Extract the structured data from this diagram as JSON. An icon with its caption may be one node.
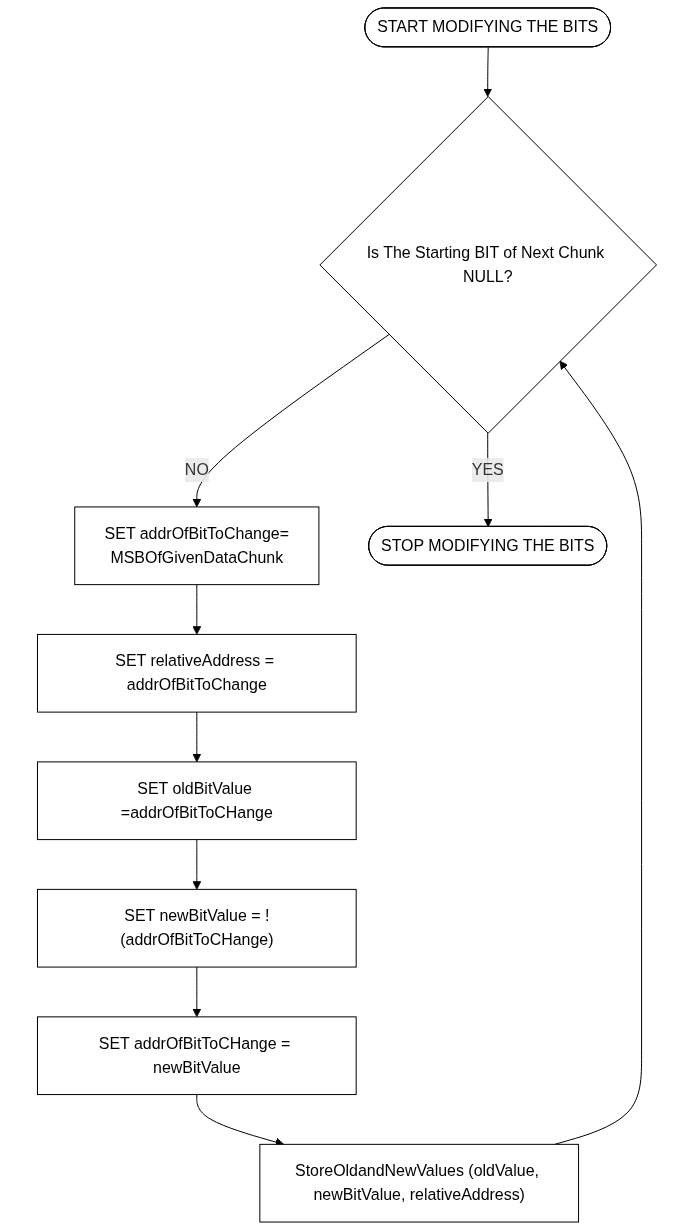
{
  "diagram": {
    "nodes": [
      {
        "text": [
          "START MODIFYING THE BITS"
        ]
      },
      {
        "text": [
          "Is The Starting BIT of Next Chunk NULL?"
        ]
      },
      {
        "text": [
          "SET addrOfBitToChange=",
          "MSBOfGivenDataChunk"
        ]
      },
      {
        "text": [
          "SET relativeAddress = addrOfBitToChange"
        ]
      },
      {
        "text": [
          "SET oldBitValue =addrOfBitToCHange"
        ]
      },
      {
        "text": [
          "SET newBitValue = !(addrOfBitToCHange)"
        ]
      },
      {
        "text": [
          "SET addrOfBitToCHange = newBitValue"
        ]
      },
      {
        "text": [
          "StoreOldandNewValues (oldValue, newBitValue, relativeAddress)"
        ]
      },
      {
        "text": [
          "STOP MODIFYING THE BITS"
        ]
      }
    ],
    "edges": [
      {
        "from": 0,
        "to": 1,
        "arrow": "to"
      },
      {
        "from": 1,
        "to": 2,
        "arrow": "to",
        "label": "NO"
      },
      {
        "from": 2,
        "to": 3,
        "arrow": "to"
      },
      {
        "from": 3,
        "to": 4,
        "arrow": "to"
      },
      {
        "from": 4,
        "to": 5,
        "arrow": "to"
      },
      {
        "from": 5,
        "to": 6,
        "arrow": "to"
      },
      {
        "from": 6,
        "to": 7,
        "arrow": "to"
      },
      {
        "from": 7,
        "to": 1,
        "arrow": "to"
      },
      {
        "from": 1,
        "to": 8,
        "arrow": "to",
        "label": "YES"
      }
    ]
  }
}
